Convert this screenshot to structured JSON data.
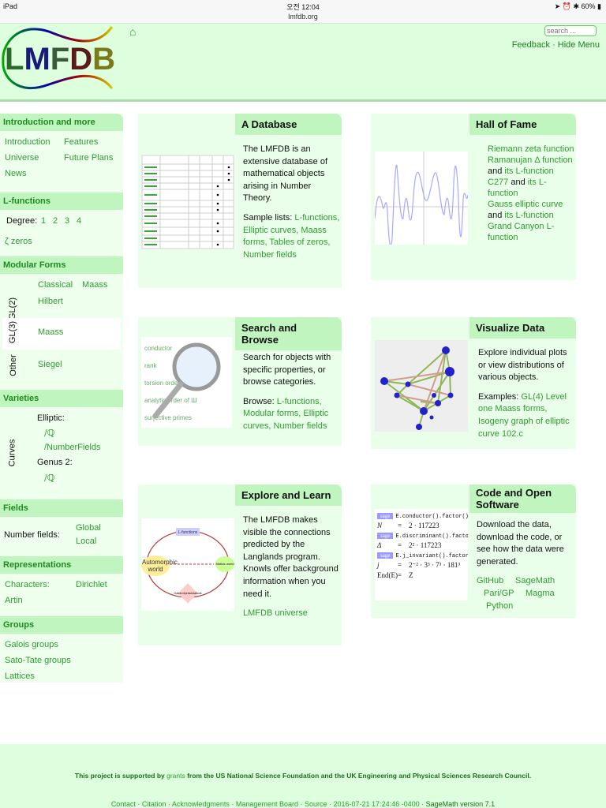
{
  "status": {
    "device": "iPad",
    "time": "오전 12:04",
    "url": "lmfdb.org",
    "battery": "60%"
  },
  "header": {
    "logo": "LMFDB",
    "search_placeholder": "search ...",
    "feedback": "Feedback",
    "sep": "·",
    "hide_menu": "Hide Menu"
  },
  "sidebar": {
    "intro": {
      "title": "Introduction and more",
      "items": [
        "Introduction",
        "Features",
        "Universe",
        "Future Plans",
        "News"
      ]
    },
    "lfunctions": {
      "title": "L-functions",
      "degree_label": "Degree:",
      "degrees": [
        "1",
        "2",
        "3",
        "4"
      ],
      "zeros": "ζ zeros"
    },
    "modular": {
      "title": "Modular Forms",
      "gl2": "GL(2)",
      "gl2_items": [
        "Classical",
        "Maass",
        "Hilbert"
      ],
      "gl3": "GL(3)",
      "gl3_items": [
        "Maass"
      ],
      "other": "Other",
      "other_items": [
        "Siegel"
      ]
    },
    "varieties": {
      "title": "Varieties",
      "curves": "Curves",
      "elliptic": "Elliptic:",
      "elliptic_items": [
        "/ℚ",
        "/NumberFields"
      ],
      "genus2": "Genus 2:",
      "genus2_items": [
        "/ℚ"
      ]
    },
    "fields": {
      "title": "Fields",
      "label": "Number fields:",
      "items": [
        "Global",
        "Local"
      ]
    },
    "reps": {
      "title": "Representations",
      "characters": "Characters:",
      "items": [
        "Dirichlet",
        "Artin"
      ]
    },
    "groups": {
      "title": "Groups",
      "items": [
        "Galois groups",
        "Sato-Tate groups",
        "Lattices"
      ]
    }
  },
  "cards": {
    "database": {
      "title": "A Database",
      "text": "The LMFDB is an extensive database of mathematical objects arising in Number Theory.",
      "lists_label": "Sample lists: ",
      "links": [
        "L-functions,",
        "Elliptic curves,",
        "Maass forms,",
        "Tables of zeros,",
        "Number fields"
      ]
    },
    "hall": {
      "title": "Hall of Fame",
      "l1": "Riemann zeta function",
      "l2": "Ramanujan Δ function",
      "and": "and",
      "its_l": "its L-function",
      "l3": "C277",
      "l4": "Gauss elliptic curve",
      "l5": "Grand Canyon L-function"
    },
    "search": {
      "title": "Search and Browse",
      "text": "Search for objects with specific properties, or browse categories.",
      "browse_label": "Browse: ",
      "links": [
        "L-functions,",
        "Modular forms,",
        "Elliptic curves,",
        "Number fields"
      ],
      "img_labels": [
        "conductor",
        "rank",
        "torsion order",
        "analytic order of Ш",
        "surjective primes"
      ]
    },
    "visualize": {
      "title": "Visualize Data",
      "text": "Explore individual plots or view distributions of various objects.",
      "examples_label": "Examples: ",
      "links": [
        "GL(4) Level one Maass forms,",
        "Isogeny graph of elliptic curve 102.c"
      ]
    },
    "explore": {
      "title": "Explore and Learn",
      "text": "The LMFDB makes visible the connections predicted by the Langlands program. Knowls offer background information when you need it.",
      "link": "LMFDB universe",
      "img_labels": [
        "L-functions",
        "Automorphic world",
        "Motivic world",
        "Galois representations"
      ]
    },
    "code": {
      "title": "Code and Open Software",
      "text": "Download the data, download the code, or see how the data were generated.",
      "links": [
        "GitHub",
        "SageMath",
        "Pari/GP",
        "Magma",
        "Python"
      ],
      "sage": "sage",
      "cmds": [
        "E.conductor().factor()",
        "E.discriminant().factor",
        "E.j_invariant().factor"
      ],
      "rows": [
        [
          "N",
          "=",
          "2 · 117223"
        ],
        [
          "Δ",
          "=",
          "2² · 117223"
        ],
        [
          "j",
          "=",
          "2⁻² · 3³ · 7³ · 181³"
        ],
        [
          "End(E)",
          "=",
          "Z"
        ]
      ]
    }
  },
  "footer": {
    "pre": "This project is supported by ",
    "grants": "grants",
    "post": " from the US National Science Foundation and the UK Engineering and Physical Sciences Research Council.",
    "links": [
      "Contact",
      "Citation",
      "Acknowledgments",
      "Management Board",
      "Source"
    ],
    "date": "2016-07-21 17:24:46 -0400",
    "sage": "SageMath version 7.1"
  }
}
